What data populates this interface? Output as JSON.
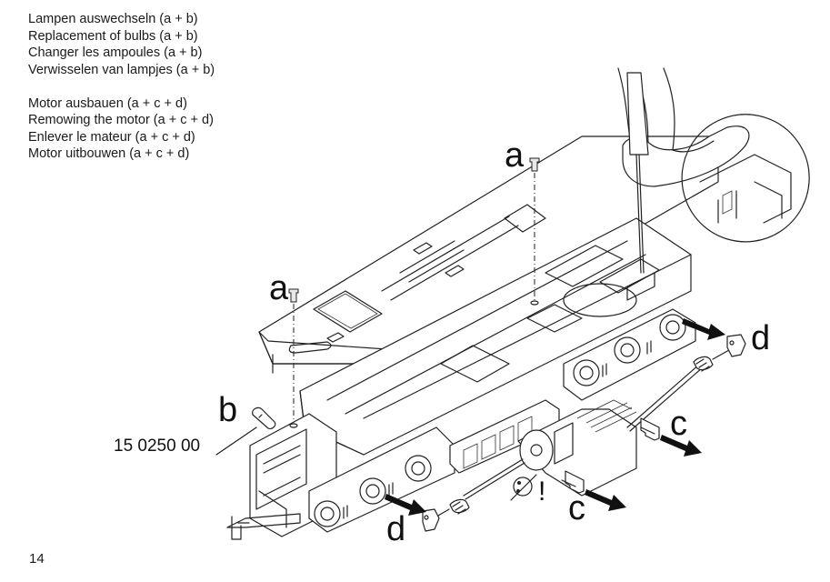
{
  "instructions": {
    "bulb_replacement": [
      "Lampen auswechseln (a + b)",
      "Replacement of bulbs (a + b)",
      "Changer les ampoules (a + b)",
      "Verwisselen van lampjes (a + b)"
    ],
    "motor_removal": [
      "Motor ausbauen (a + c + d)",
      "Remowing the motor (a + c + d)",
      "Enlever le mateur (a + c + d)",
      "Motor uitbouwen (a + c + d)"
    ]
  },
  "callouts": {
    "a_top": "a",
    "a_left": "a",
    "b": "b",
    "c_right": "c",
    "c_bottom": "c",
    "d_right": "d",
    "d_bottom": "d",
    "warning": "!"
  },
  "part_number": "15 0250 00",
  "page_number": "14",
  "icons": [
    "screw-icon",
    "screwdriver-icon",
    "hand-icon",
    "bulb-icon",
    "motor-icon",
    "no-oil-warning-icon",
    "arrow-icon"
  ]
}
